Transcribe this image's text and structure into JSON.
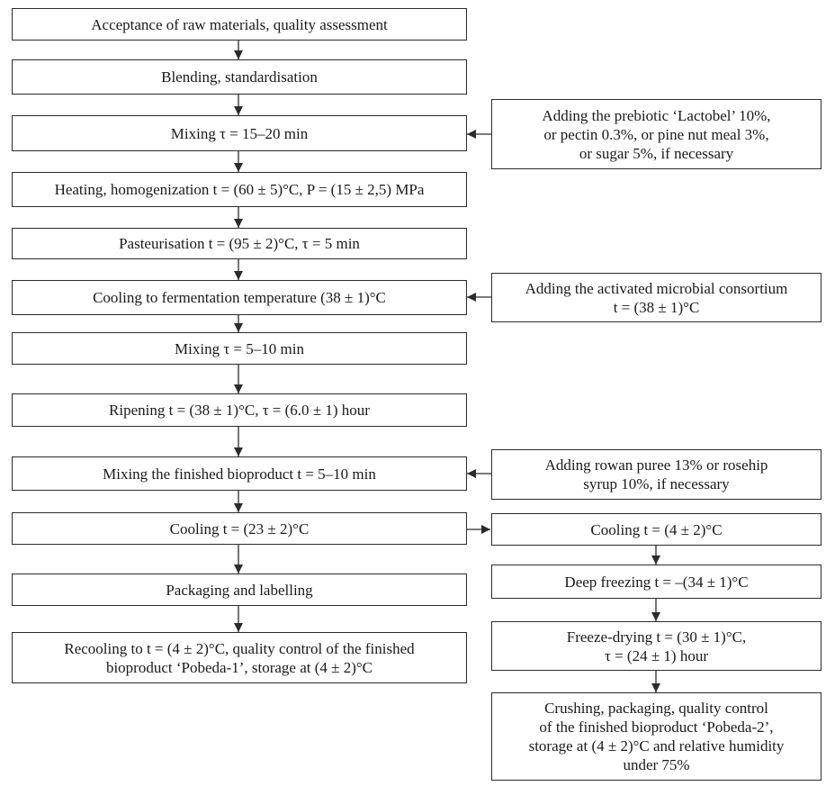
{
  "main_steps": [
    "Acceptance of raw materials, quality assessment",
    "Blending, standardisation",
    "Mixing τ = 15–20 min",
    "Heating, homogenization t = (60 ± 5)°C, P = (15 ± 2,5) MPa",
    "Pasteurisation t = (95 ± 2)°C, τ = 5 min",
    "Cooling to fermentation temperature (38 ± 1)°C",
    "Mixing τ = 5–10 min",
    "Ripening t = (38 ± 1)°C, τ = (6.0 ± 1) hour",
    "Mixing the finished bioproduct t = 5–10 min",
    "Cooling t = (23 ± 2)°C",
    "Packaging and labelling",
    "Recooling to t = (4 ± 2)°C, quality control of the finished\nbioproduct ‘Pobeda-1’, storage at (4 ± 2)°C"
  ],
  "side_inputs": [
    "Adding the prebiotic ‘Lactobel’ 10%,\nor pectin 0.3%, or pine nut meal 3%,\nor sugar 5%, if necessary",
    "Adding the activated microbial consortium\nt = (38 ± 1)°C",
    "Adding rowan puree 13% or rosehip\nsyrup 10%, if necessary"
  ],
  "branch_steps": [
    "Cooling t = (4 ± 2)°C",
    "Deep freezing t = –(34 ± 1)°C",
    "Freeze-drying t = (30 ± 1)°C,\nτ = (24 ± 1) hour",
    "Crushing, packaging, quality control\nof the finished bioproduct ‘Pobeda-2’,\nstorage at (4 ± 2)°C and relative humidity\nunder 75%"
  ]
}
